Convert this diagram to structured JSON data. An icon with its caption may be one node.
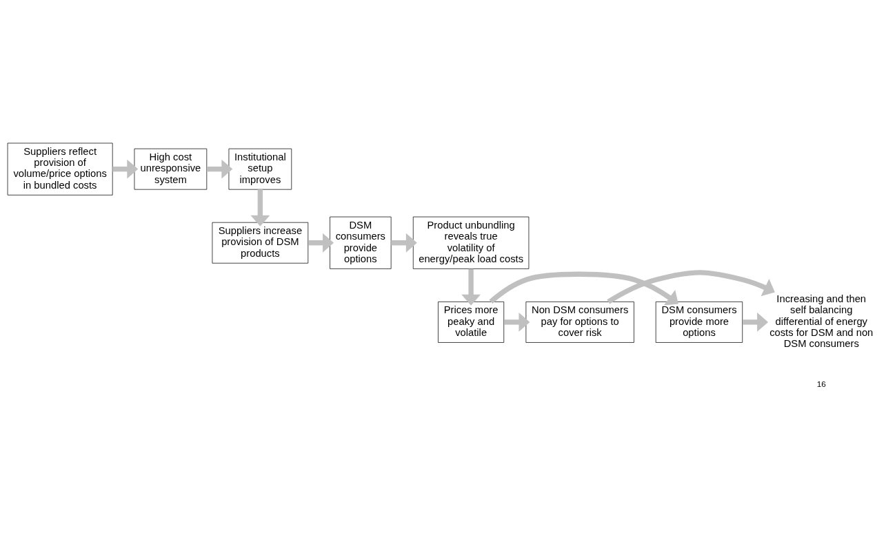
{
  "diagram": {
    "nodes": [
      {
        "text": [
          "Suppliers reflect provision of volume/price options in bundled costs"
        ]
      },
      {
        "text": [
          "High cost unresponsive system"
        ]
      },
      {
        "text": [
          "Institutional setup improves"
        ]
      },
      {
        "text": [
          "Product unbundling reveals true volatility of energy/peak load costs"
        ]
      },
      {
        "text": [
          "DSM consumers provide options"
        ]
      },
      {
        "text": [
          "Suppliers increase provision of DSM products"
        ]
      },
      {
        "text": [
          "Prices more peaky and volatile"
        ]
      },
      {
        "text": [
          "DSM consumers provide more options"
        ]
      },
      {
        "text": [
          "Non DSM consumers pay for options to cover risk"
        ]
      },
      {
        "text": [
          "Increasing and then self balancing differential of energy costs for DSM and non DSM consumers"
        ]
      }
    ],
    "edges": [
      {
        "from": 0,
        "to": 1,
        "arrow": "to"
      },
      {
        "from": 1,
        "to": 2,
        "arrow": "to"
      },
      {
        "from": 2,
        "to": 5,
        "arrow": "to"
      },
      {
        "from": 5,
        "to": 4,
        "arrow": "to"
      },
      {
        "from": 4,
        "to": 3,
        "arrow": "to"
      },
      {
        "from": 3,
        "to": 6,
        "arrow": "to"
      },
      {
        "from": 6,
        "to": 7,
        "arrow": "to"
      },
      {
        "from": 6,
        "to": 8,
        "arrow": "to"
      },
      {
        "from": 7,
        "to": 9,
        "arrow": "to"
      },
      {
        "from": 8,
        "to": 9,
        "arrow": "to"
      }
    ],
    "labels": [
      "16"
    ]
  }
}
